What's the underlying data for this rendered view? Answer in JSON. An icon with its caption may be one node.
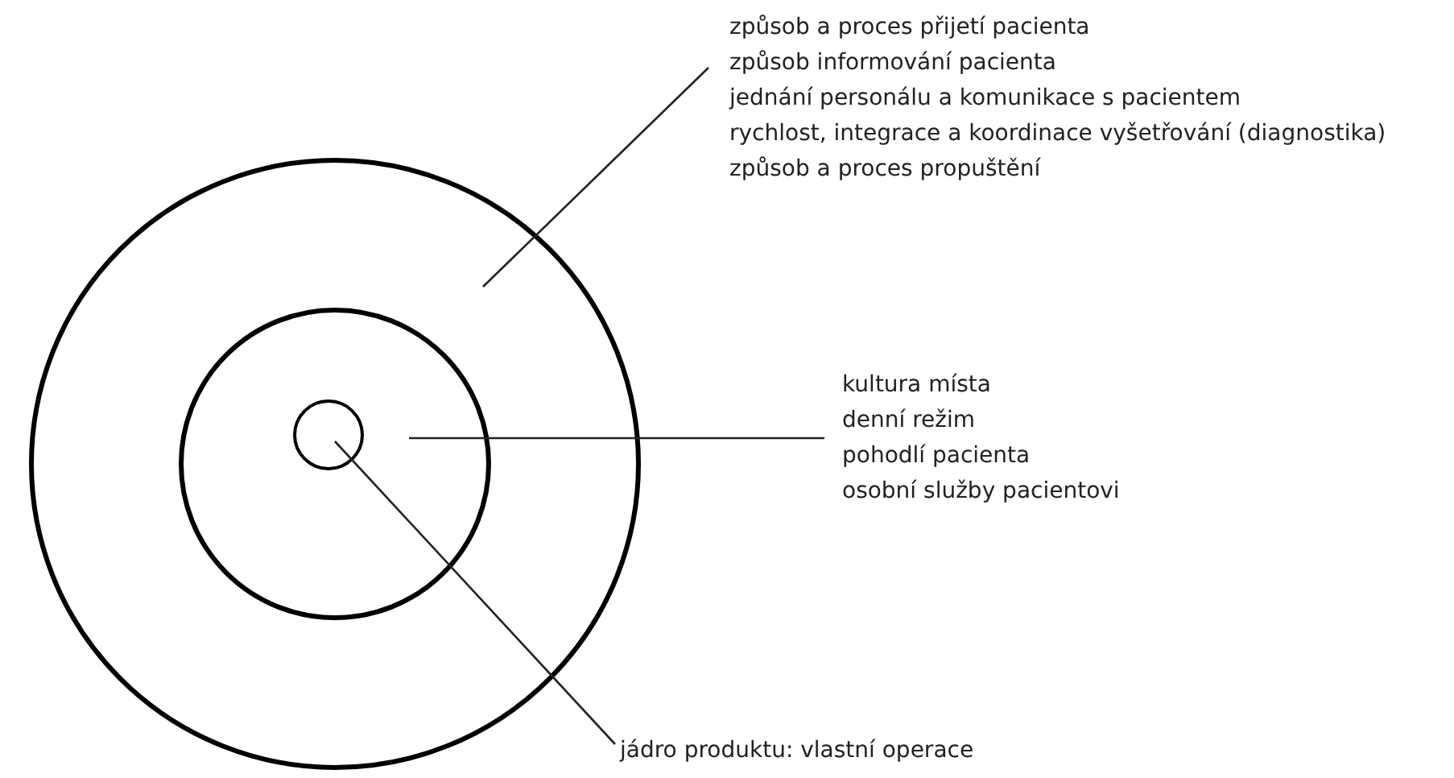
{
  "diagram": {
    "nodes": [
      {
        "text": [],
        "shape": "circle"
      },
      {
        "text": [],
        "shape": "circle",
        "in": 0
      },
      {
        "text": [],
        "shape": "circle",
        "in": 1
      },
      {
        "text": [
          "způsob a proces přijetí pacienta",
          "způsob informování pacienta",
          "jednání personálu a komunikace s pacientem",
          "rychlost, integrace a koordinace vyšetřování (diagnostika)",
          "způsob a proces propuštění"
        ]
      },
      {
        "text": [
          "kultura místa",
          "denní režim",
          "pohodlí pacienta",
          "osobní služby pacientovi"
        ]
      },
      {
        "text": [
          "jádro produktu: vlastní operace"
        ]
      }
    ],
    "edges": [
      {
        "from": 3,
        "to": 0,
        "arrow": "none"
      },
      {
        "from": 4,
        "to": 1,
        "arrow": "none"
      },
      {
        "from": 5,
        "to": 2,
        "arrow": "none"
      }
    ]
  }
}
